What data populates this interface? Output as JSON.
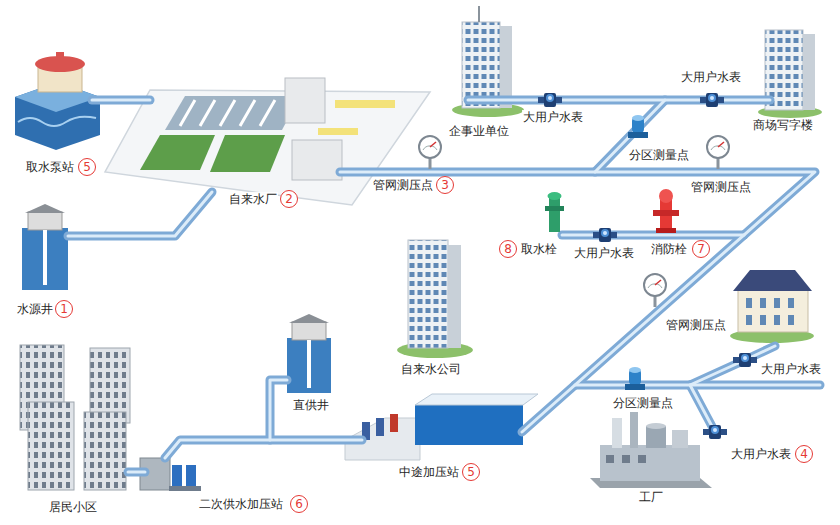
{
  "diagram": {
    "labels": [
      "取水泵站",
      "5",
      "自来水厂",
      "2",
      "水源井",
      "1",
      "企事业单位",
      "大用户水表",
      "大用户水表",
      "商场写字楼",
      "管网测压点",
      "3",
      "分区测量点",
      "管网测压点",
      "取水栓",
      "8",
      "大用户水表",
      "消防栓",
      "7",
      "管网测压点",
      "自来水公司",
      "直供井",
      "分区测量点",
      "大用户水表",
      "大用户水表",
      "4",
      "工厂",
      "居民小区",
      "中途加压站",
      "5",
      "二次供水加压站",
      "6"
    ]
  }
}
